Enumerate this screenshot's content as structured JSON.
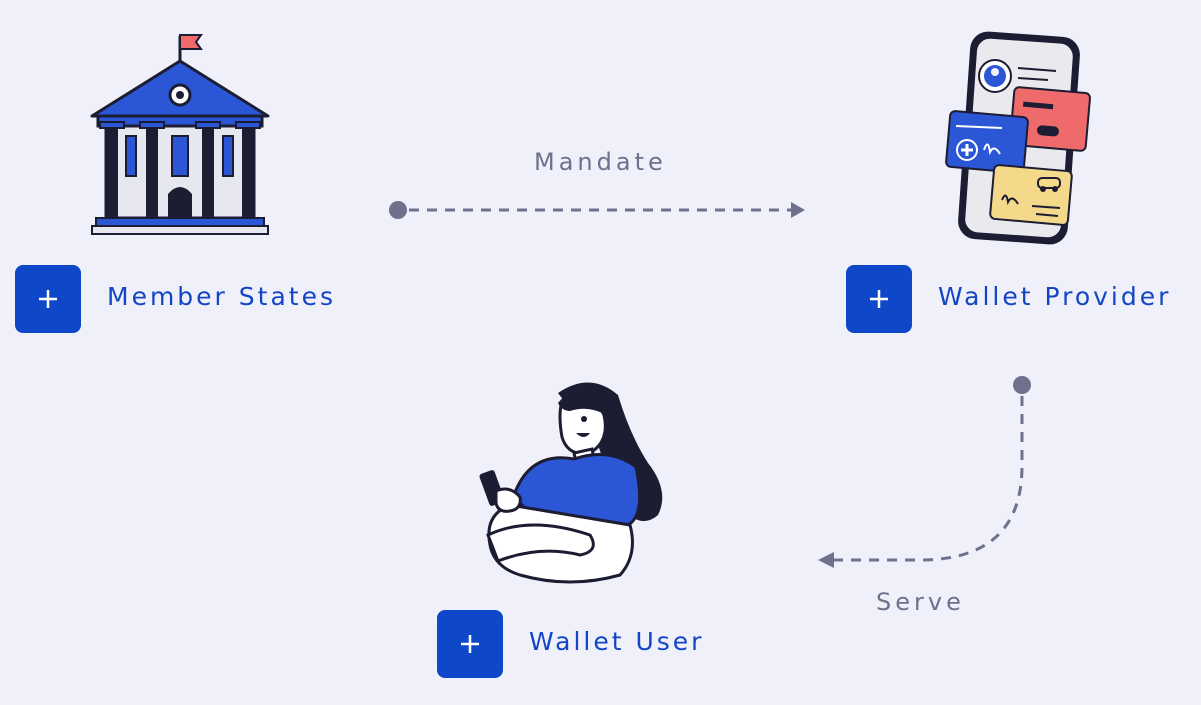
{
  "nodes": {
    "member_states": {
      "label": "Member States",
      "icon": "government-building-icon"
    },
    "wallet_provider": {
      "label": "Wallet Provider",
      "icon": "phone-with-cards-icon"
    },
    "wallet_user": {
      "label": "Wallet User",
      "icon": "woman-holding-phone-icon"
    }
  },
  "flows": {
    "mandate": {
      "label": "Mandate",
      "from": "Member States",
      "to": "Wallet Provider"
    },
    "serve": {
      "label": "Serve",
      "from": "Wallet Provider",
      "to": "Wallet User"
    }
  },
  "colors": {
    "background": "#f0f0fa",
    "accent": "#0f47c9",
    "flow": "#6e708c"
  }
}
